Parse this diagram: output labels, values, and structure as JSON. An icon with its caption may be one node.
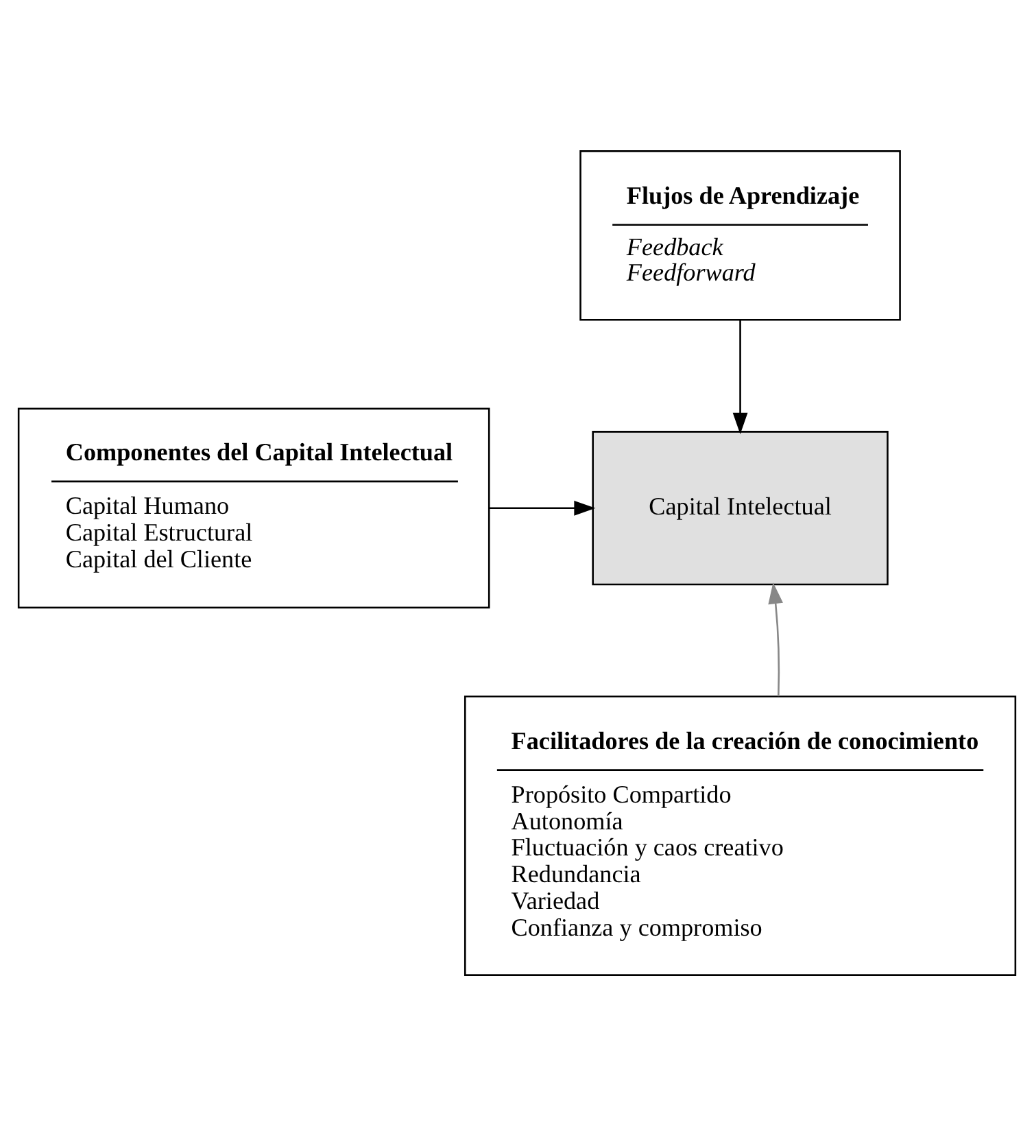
{
  "diagram": {
    "nodes": [
      {
        "text": [
          "Flujos de Aprendizaje",
          "Feedback",
          "Feedforward"
        ]
      },
      {
        "text": [
          "Componentes del Capital Intelectual",
          "Capital Humano",
          "Capital Estructural",
          "Capital del Cliente"
        ]
      },
      {
        "text": [
          "Capital Intelectual"
        ]
      },
      {
        "text": [
          "Facilitadores de la creación de conocimiento",
          "Propósito Compartido",
          "Autonomía",
          "Fluctuación y caos creativo",
          "Redundancia",
          "Variedad",
          "Confianza y compromiso"
        ]
      }
    ],
    "edges": [
      {
        "from": 0,
        "to": 2,
        "arrow": "to"
      },
      {
        "from": 1,
        "to": 2,
        "arrow": "to"
      },
      {
        "from": 3,
        "to": 2,
        "arrow": "to",
        "color": "#888888"
      }
    ]
  }
}
